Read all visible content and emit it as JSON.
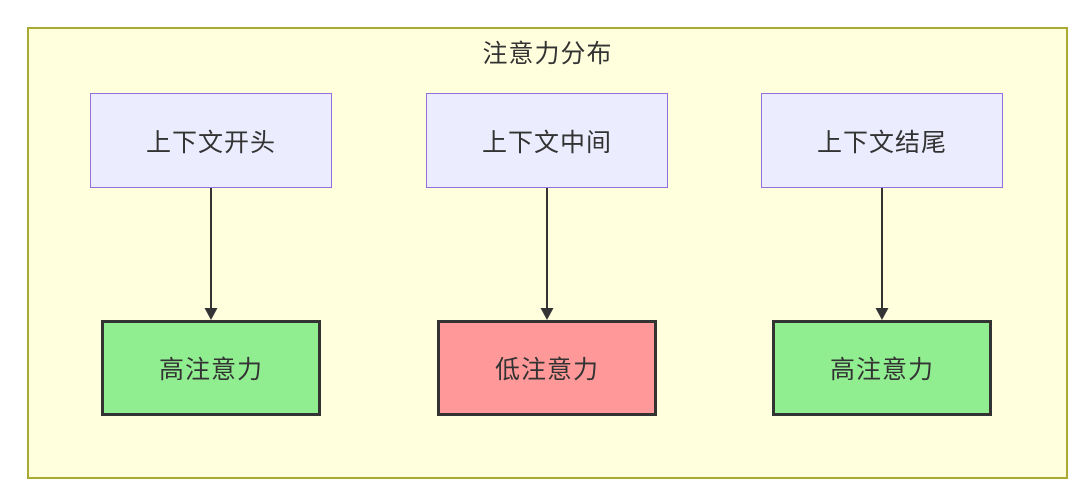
{
  "diagram": {
    "title": "注意力分布",
    "cluster": {
      "fill": "#ffffde",
      "border_color": "#aaaa33",
      "title_color": "#333333"
    },
    "source_node_style": {
      "fill": "#ECECFF",
      "border_color": "#9370DB",
      "text_color": "#333333"
    },
    "arrow_color": "#333333",
    "columns": [
      {
        "source_label": "上下文开头",
        "target_label": "高注意力",
        "target_fill": "#90EE90",
        "target_border_color": "#333333",
        "attention_level": "high"
      },
      {
        "source_label": "上下文中间",
        "target_label": "低注意力",
        "target_fill": "#FF9999",
        "target_border_color": "#333333",
        "attention_level": "low"
      },
      {
        "source_label": "上下文结尾",
        "target_label": "高注意力",
        "target_fill": "#90EE90",
        "target_border_color": "#333333",
        "attention_level": "high"
      }
    ]
  }
}
